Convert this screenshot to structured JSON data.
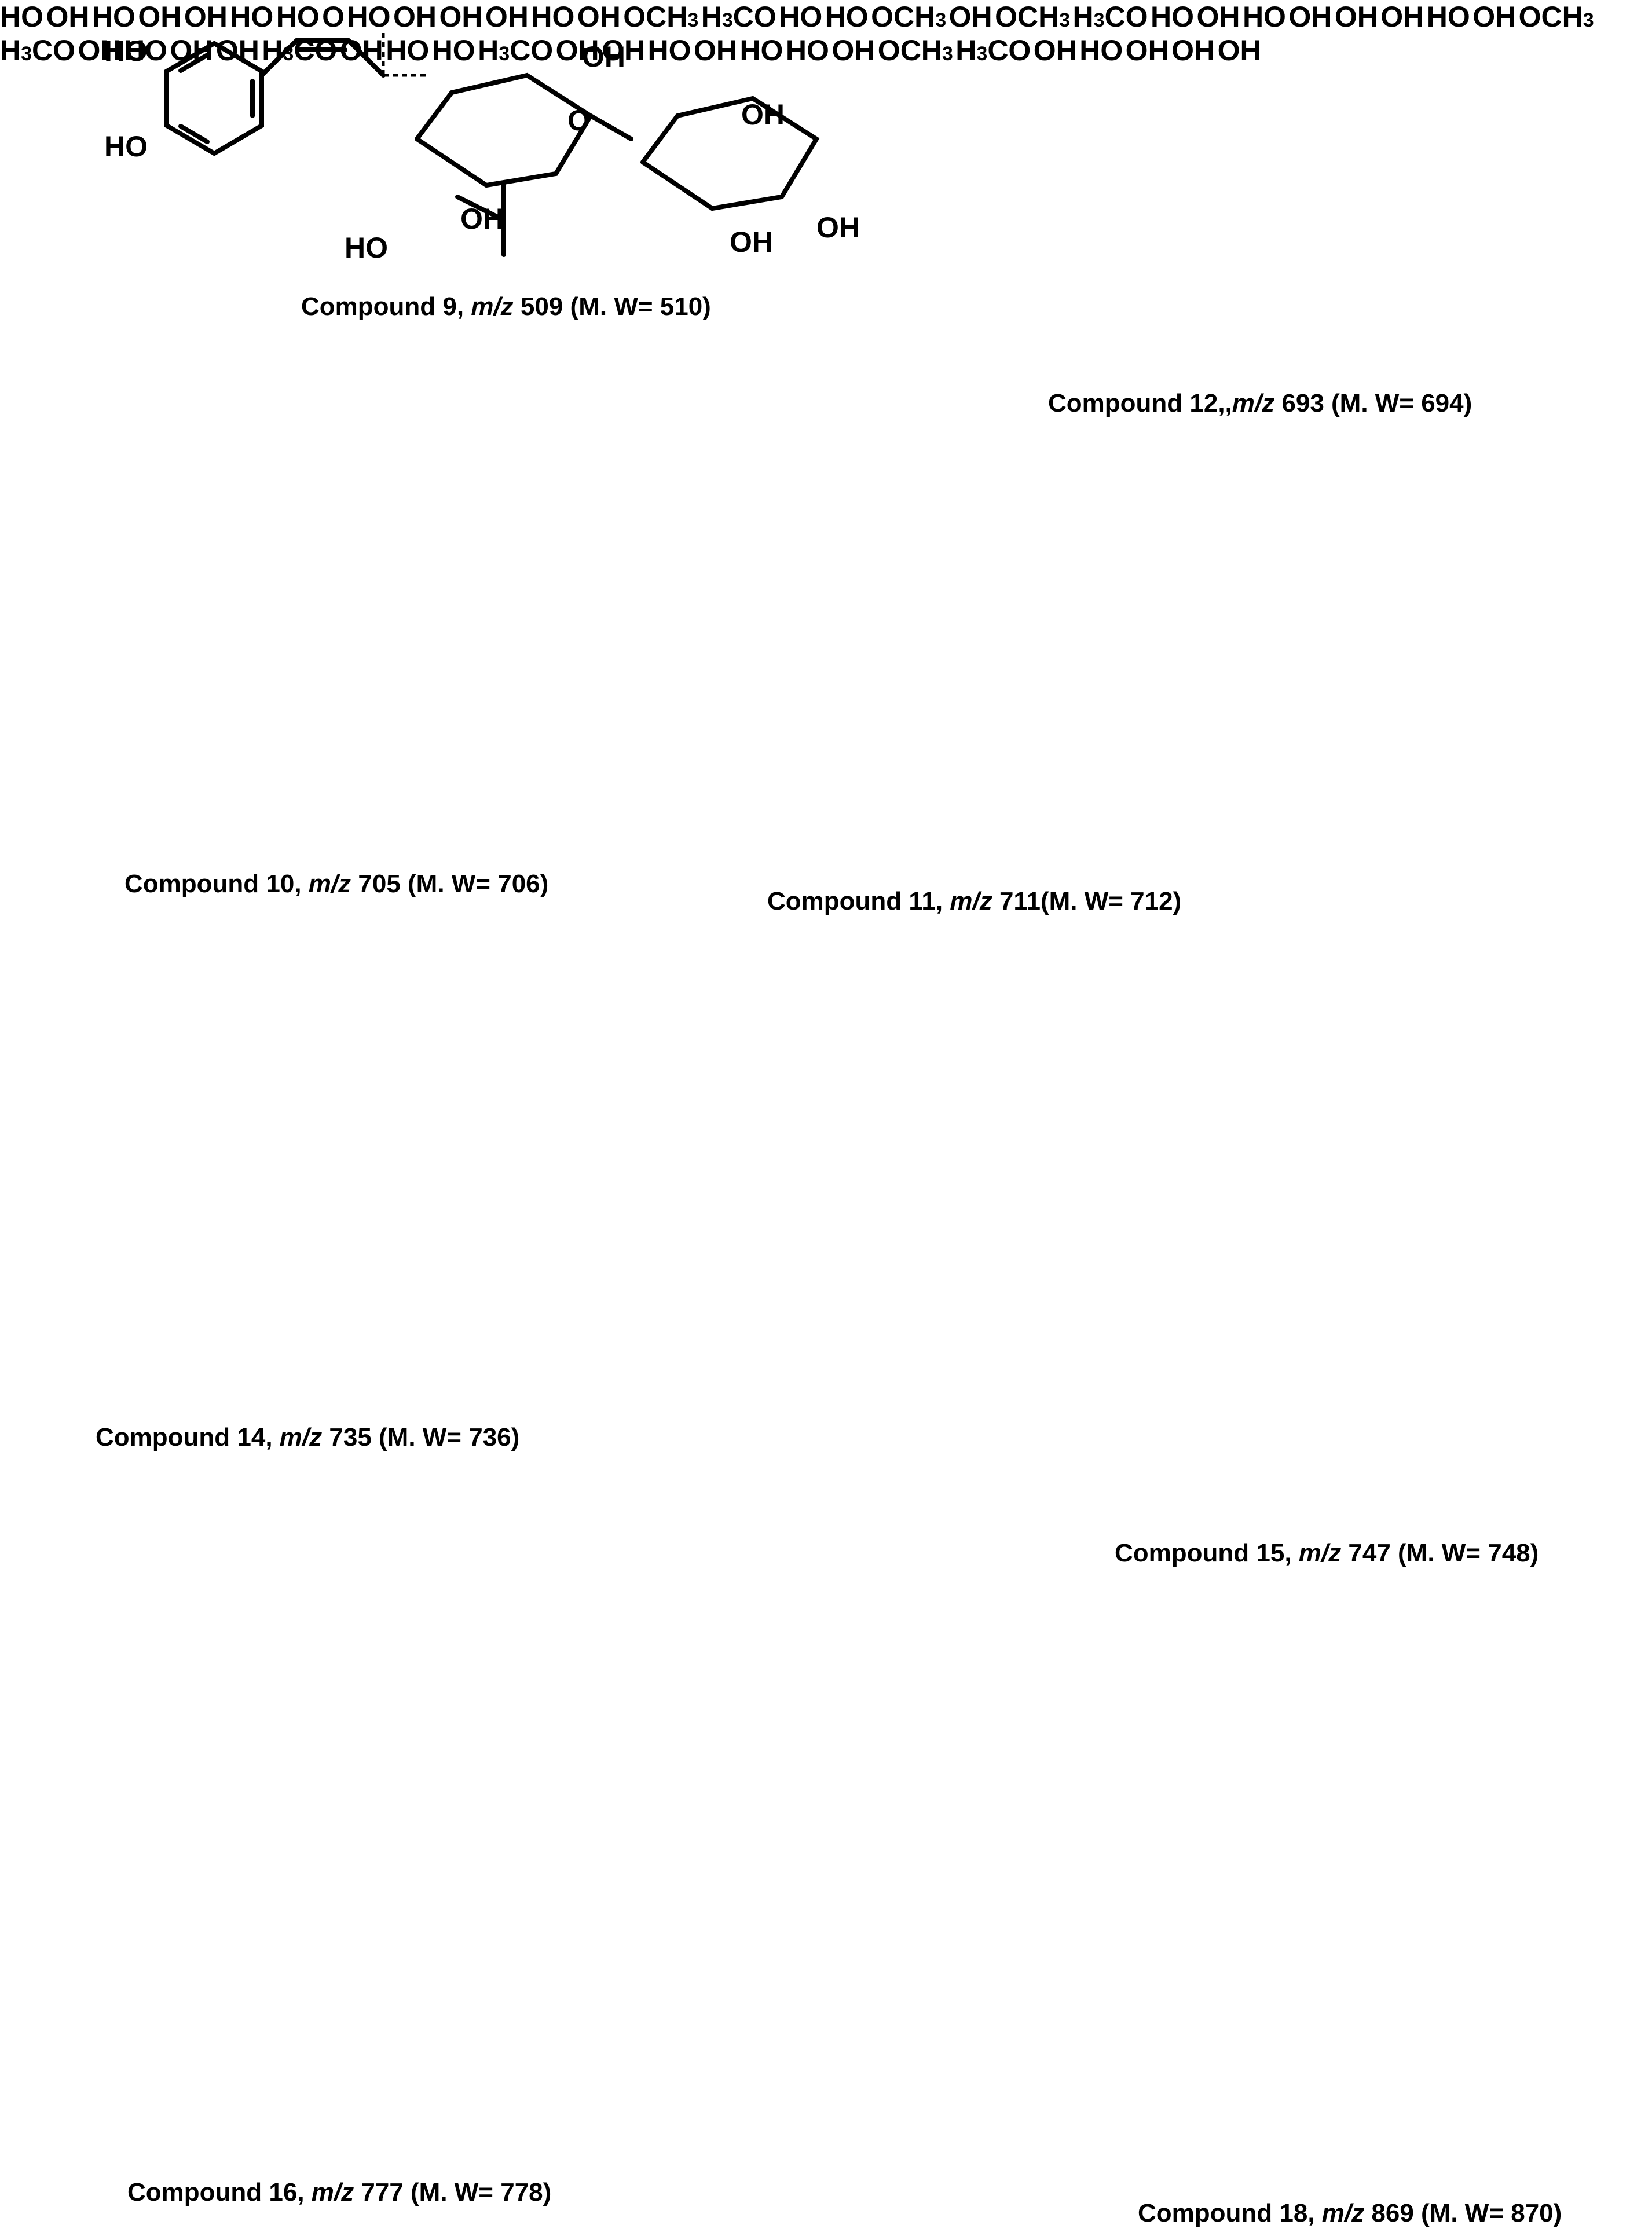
{
  "compounds": [
    {
      "id": "9",
      "caption_name": "Compound 9,",
      "caption_mz_label": "m/z",
      "caption_value": "509 (M. W= 510)"
    },
    {
      "id": "12",
      "caption_name": "Compound 12,,",
      "caption_mz_label": "m/z",
      "caption_value": "693 (M. W= 694)"
    },
    {
      "id": "10",
      "caption_name": "Compound 10,",
      "caption_mz_label": "m/z",
      "caption_value": "705 (M. W= 706)"
    },
    {
      "id": "11",
      "caption_name": "Compound 11,",
      "caption_mz_label": "m/z",
      "caption_value": "711(M. W= 712)"
    },
    {
      "id": "14",
      "caption_name": "Compound 14,",
      "caption_mz_label": "m/z",
      "caption_value": "735 (M. W= 736)"
    },
    {
      "id": "15",
      "caption_name": "Compound 15,",
      "caption_mz_label": "m/z",
      "caption_value": "747 (M. W= 748)"
    },
    {
      "id": "16",
      "caption_name": "Compound 16,",
      "caption_mz_label": "m/z",
      "caption_value": "777 (M. W= 778)"
    },
    {
      "id": "18",
      "caption_name": "Compound 18,",
      "caption_mz_label": "m/z",
      "caption_value": "869 (M. W= 870)"
    }
  ],
  "atom_labels": {
    "OH": "OH",
    "HO": "HO",
    "O": "O",
    "OCH3": "OCH",
    "H3CO": "H",
    "CO_suffix": "CO",
    "sub3": "3"
  }
}
